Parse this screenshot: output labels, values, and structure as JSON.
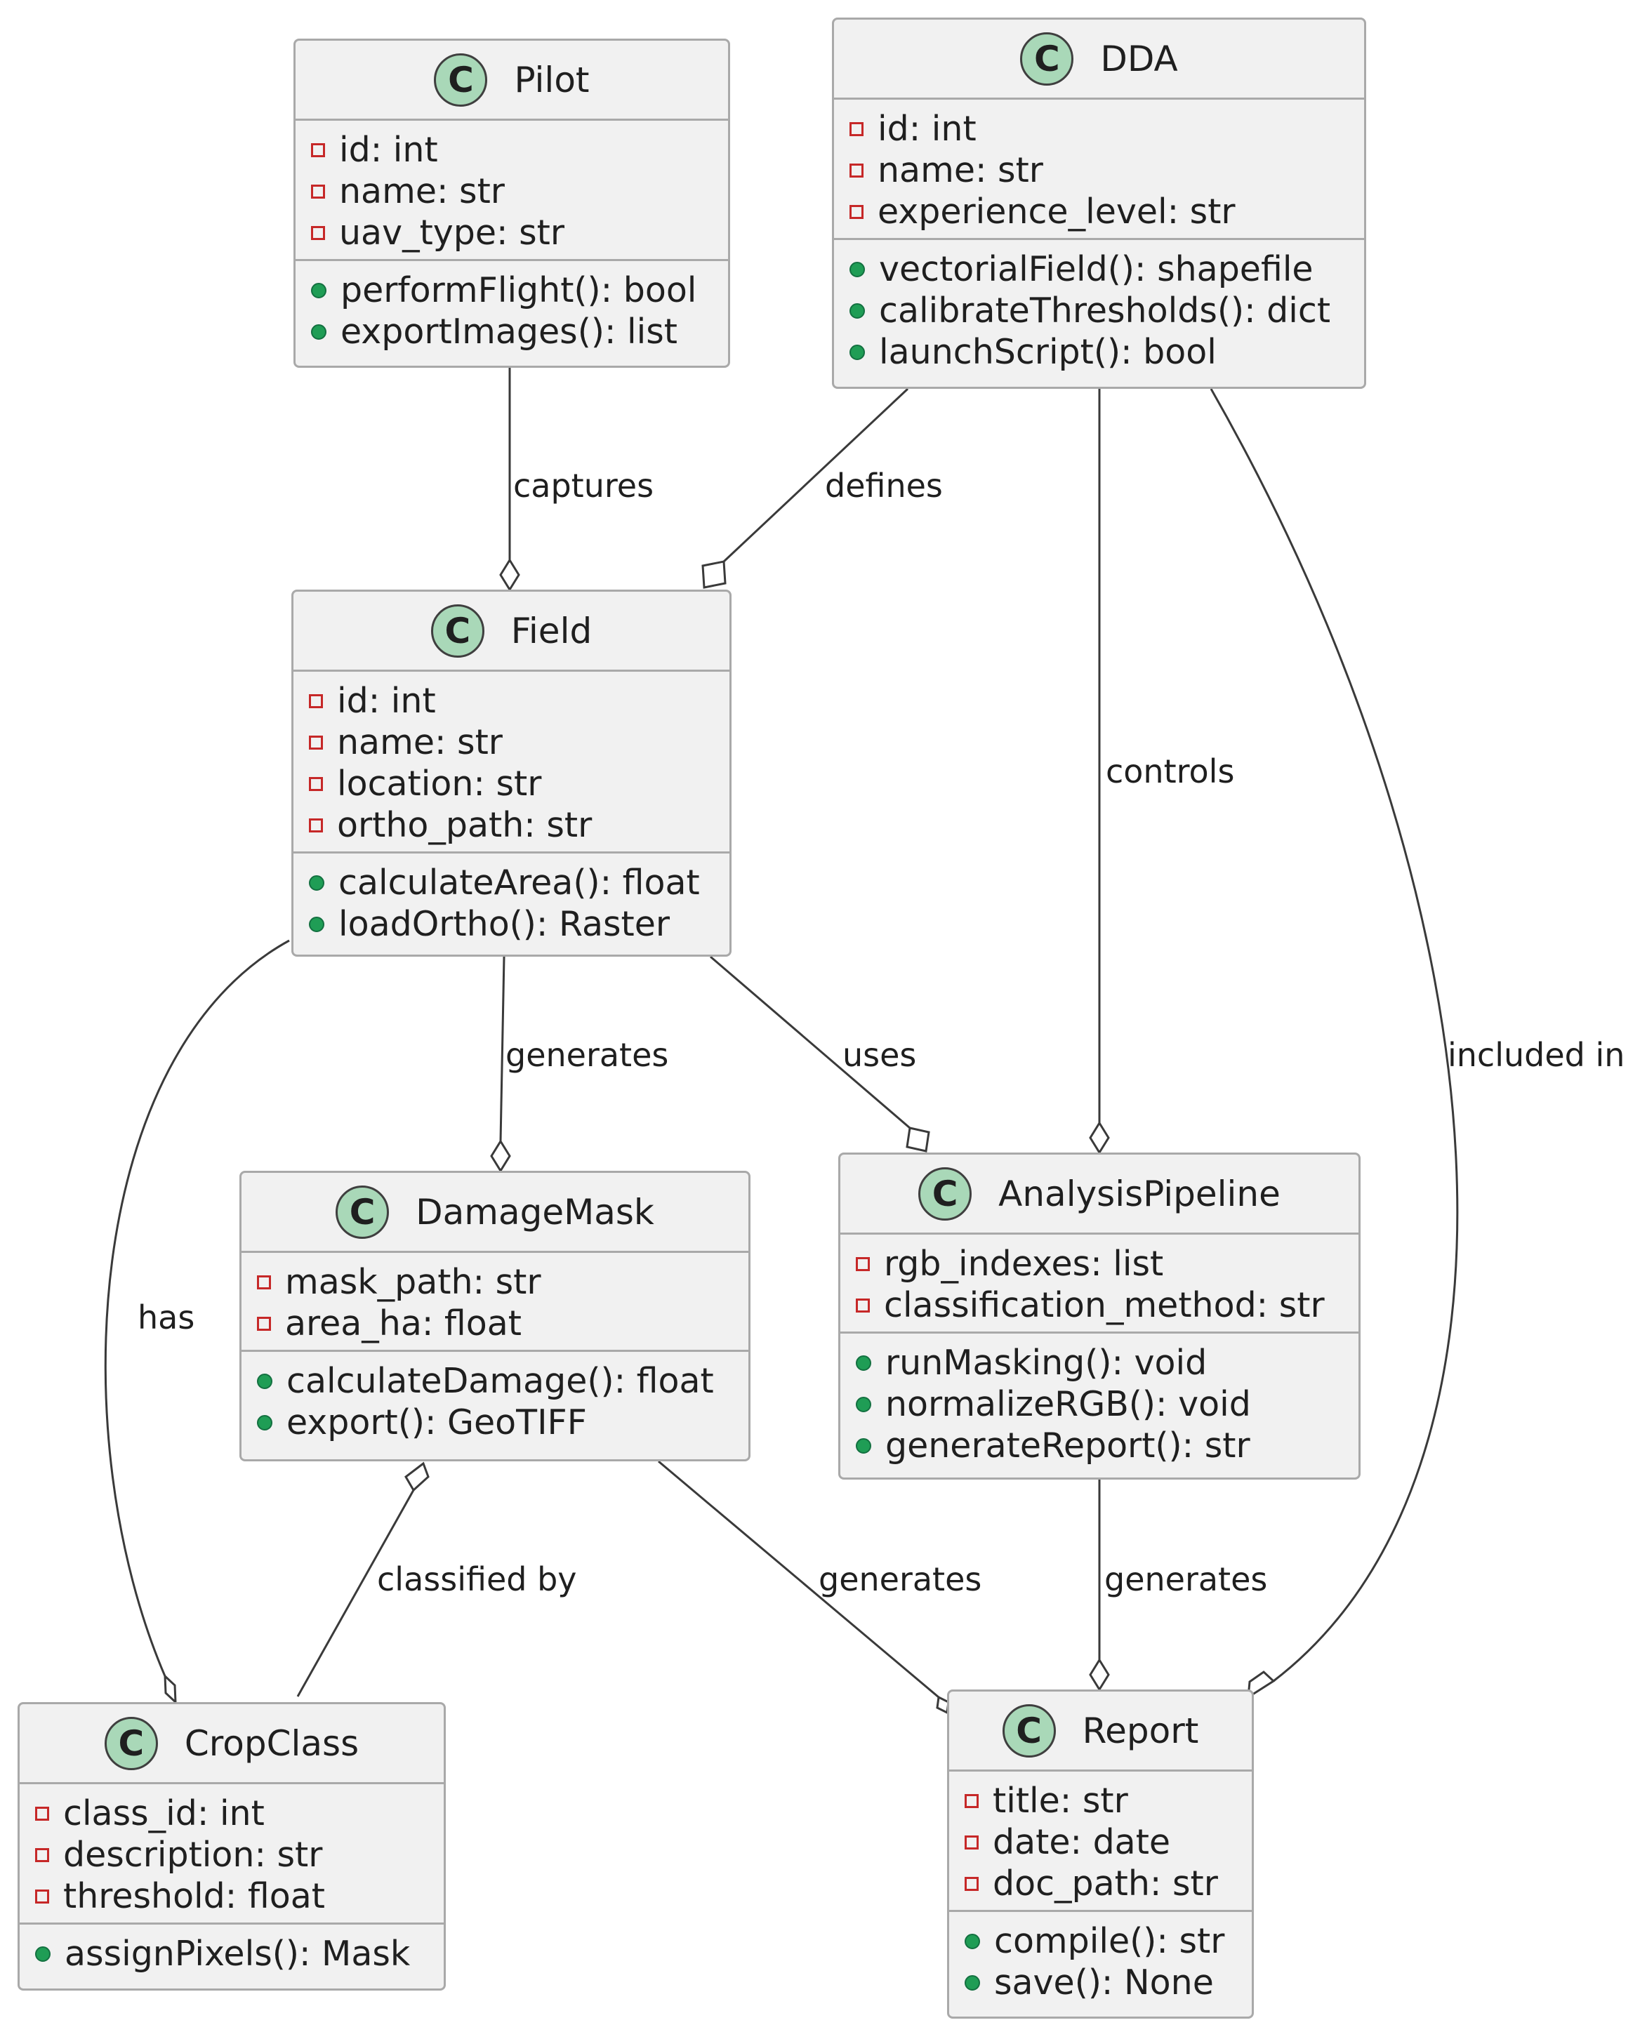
{
  "classes": {
    "pilot": {
      "badge": "C",
      "name": "Pilot",
      "attributes": [
        "id: int",
        "name: str",
        "uav_type: str"
      ],
      "methods": [
        "performFlight(): bool",
        "exportImages(): list"
      ]
    },
    "dda": {
      "badge": "C",
      "name": "DDA",
      "attributes": [
        "id: int",
        "name: str",
        "experience_level: str"
      ],
      "methods": [
        "vectorialField(): shapefile",
        "calibrateThresholds(): dict",
        "launchScript(): bool"
      ]
    },
    "field": {
      "badge": "C",
      "name": "Field",
      "attributes": [
        "id: int",
        "name: str",
        "location: str",
        "ortho_path: str"
      ],
      "methods": [
        "calculateArea(): float",
        "loadOrtho(): Raster"
      ]
    },
    "damagemask": {
      "badge": "C",
      "name": "DamageMask",
      "attributes": [
        "mask_path: str",
        "area_ha: float"
      ],
      "methods": [
        "calculateDamage(): float",
        "export(): GeoTIFF"
      ]
    },
    "analysispipeline": {
      "badge": "C",
      "name": "AnalysisPipeline",
      "attributes": [
        "rgb_indexes: list",
        "classification_method: str"
      ],
      "methods": [
        "runMasking(): void",
        "normalizeRGB(): void",
        "generateReport(): str"
      ]
    },
    "cropclass": {
      "badge": "C",
      "name": "CropClass",
      "attributes": [
        "class_id: int",
        "description: str",
        "threshold: float"
      ],
      "methods": [
        "assignPixels(): Mask"
      ]
    },
    "report": {
      "badge": "C",
      "name": "Report",
      "attributes": [
        "title: str",
        "date: date",
        "doc_path: str"
      ],
      "methods": [
        "compile(): str",
        "save(): None"
      ]
    }
  },
  "relations": {
    "pilot_field": "captures",
    "dda_field": "defines",
    "dda_pipeline": "controls",
    "dda_report": "included in",
    "field_damagemask": "generates",
    "field_pipeline": "uses",
    "field_cropclass": "has",
    "damagemask_cropclass": "classified by",
    "damagemask_report": "generates",
    "pipeline_report": "generates"
  },
  "colors": {
    "box_fill": "#f1f1f1",
    "box_border": "#a9a9a9",
    "class_badge": "#a9d8b8",
    "private_marker": "#c62828",
    "public_marker": "#1f9d55",
    "edge": "#3a3a3a"
  }
}
